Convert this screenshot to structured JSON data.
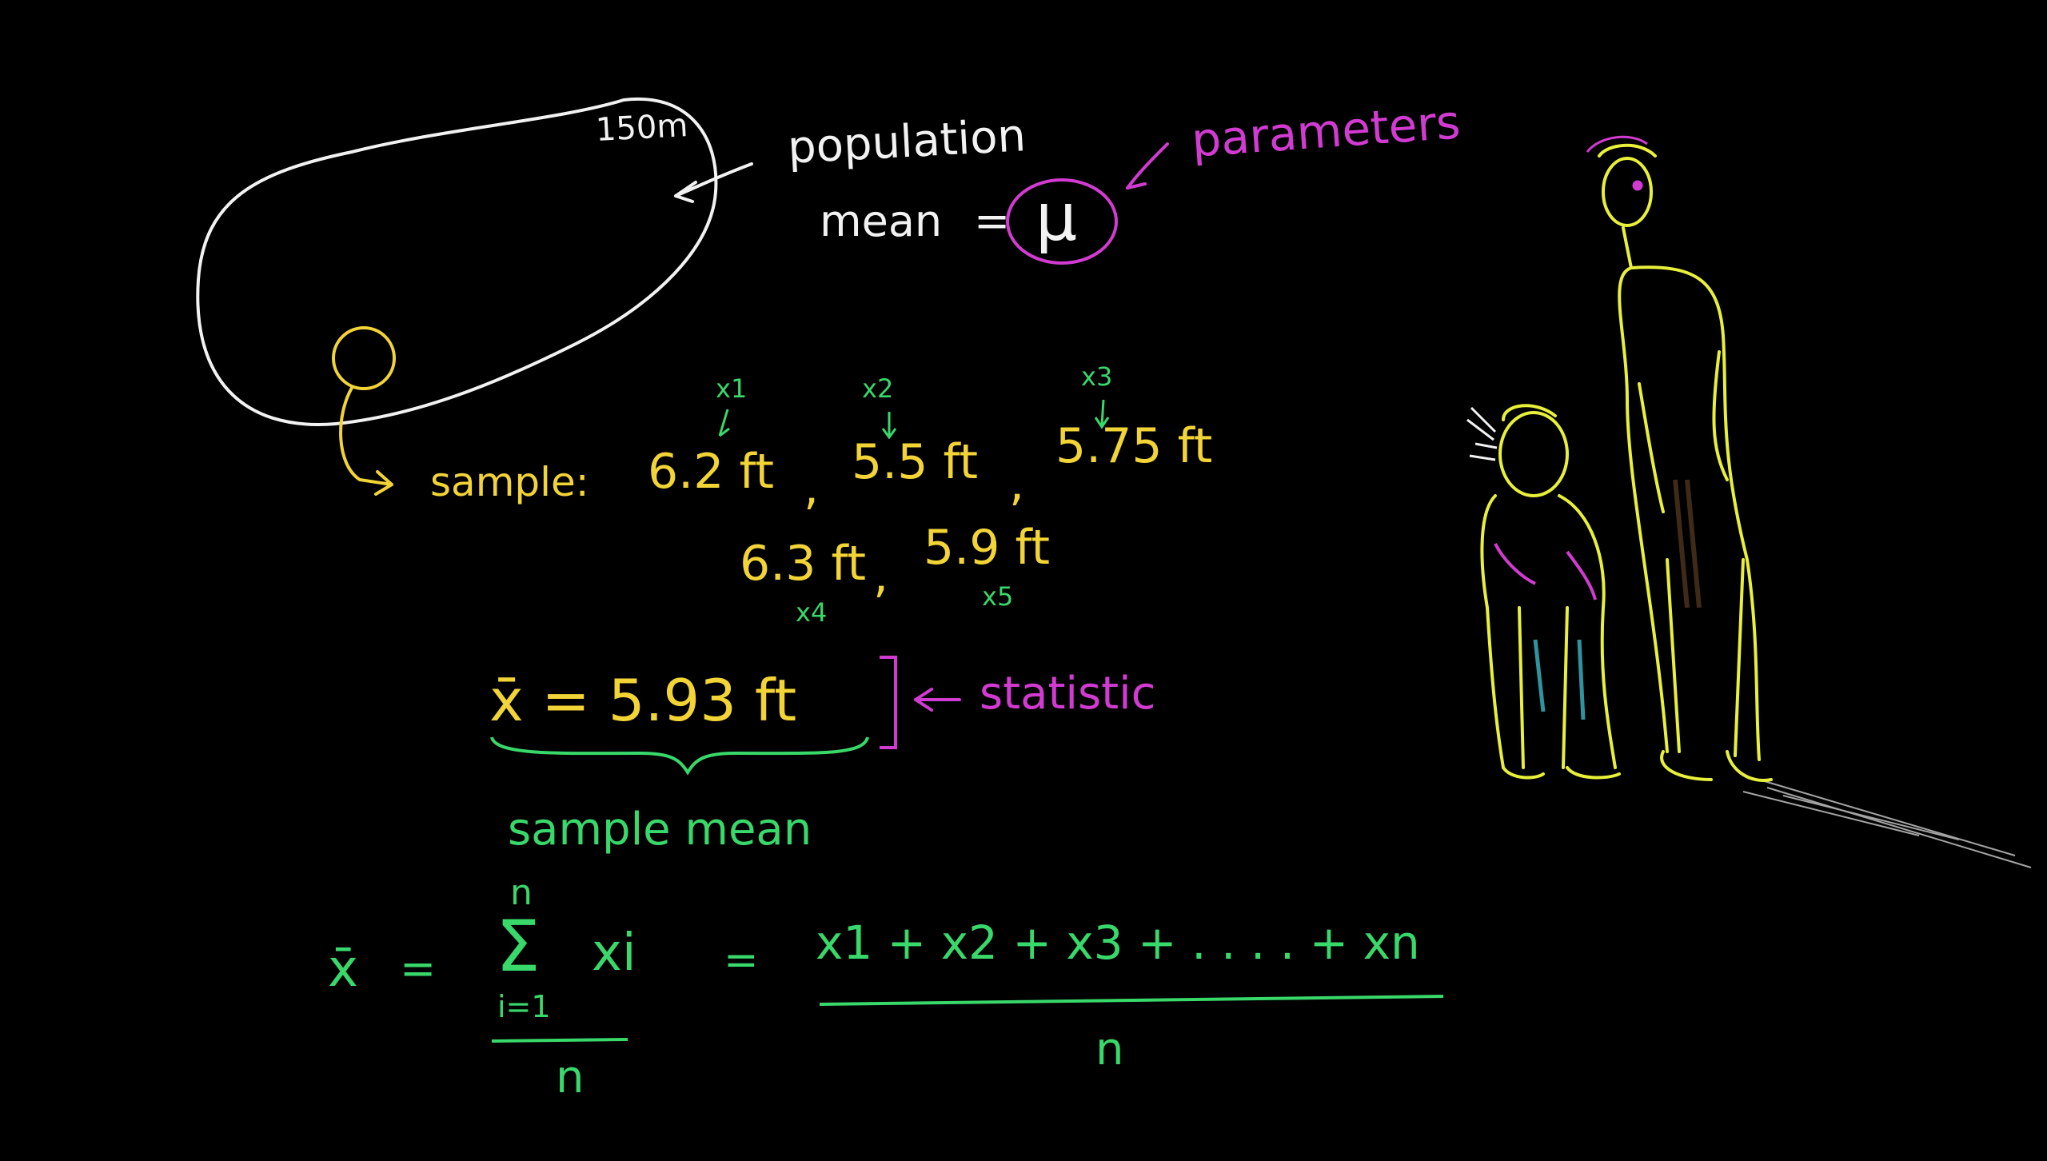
{
  "population": {
    "size_label": "150m",
    "label": "population",
    "mean_label": "mean",
    "equals": "=",
    "symbol": "μ",
    "parameters_label": "parameters"
  },
  "sample": {
    "label": "sample:",
    "values_row1": [
      "6.2 ft",
      "5.5 ft",
      "5.75 ft"
    ],
    "values_row2": [
      "6.3 ft",
      "5.9 ft"
    ],
    "index_labels": [
      "x1",
      "x2",
      "x3",
      "x4",
      "x5"
    ]
  },
  "statistic": {
    "equation": "x̄ = 5.93 ft",
    "label": "statistic",
    "sample_mean_label": "sample mean"
  },
  "formula": {
    "lhs": "x̄",
    "equals1": "=",
    "sum_top": "n",
    "sum_symbol": "Σ",
    "sum_term": "xi",
    "sum_bottom": "i=1",
    "denominator_left": "n",
    "equals2": "=",
    "numerator": "x1 + x2 + x3 + . . . . + xn",
    "denominator_right": "n"
  },
  "colors": {
    "background": "#000000",
    "white": "#f2f2f2",
    "yellow": "#f2d437",
    "green": "#39d86a",
    "magenta": "#d23bd1"
  }
}
